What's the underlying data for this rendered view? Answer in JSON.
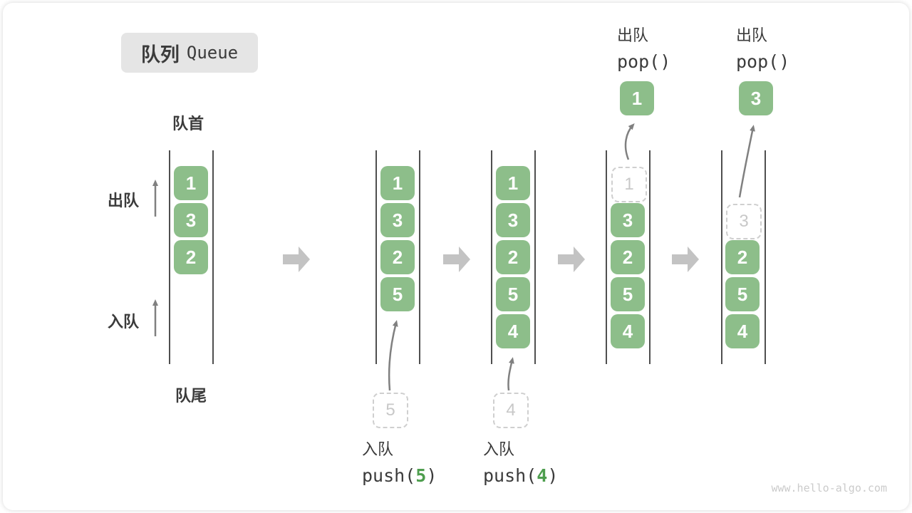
{
  "title": {
    "zh": "队列",
    "en": "Queue"
  },
  "labels": {
    "front": "队首",
    "rear": "队尾",
    "dequeue": "出队",
    "enqueue": "入队"
  },
  "operations": {
    "push5": {
      "label": "入队",
      "code_pre": "push(",
      "arg": "5",
      "code_post": ")"
    },
    "push4": {
      "label": "入队",
      "code_pre": "push(",
      "arg": "4",
      "code_post": ")"
    },
    "pop1": {
      "label": "出队",
      "code": "pop()"
    },
    "pop2": {
      "label": "出队",
      "code": "pop()"
    }
  },
  "states": [
    {
      "cells": [
        "1",
        "3",
        "2"
      ]
    },
    {
      "cells": [
        "1",
        "3",
        "2",
        "5"
      ],
      "ghost": "5"
    },
    {
      "cells": [
        "1",
        "3",
        "2",
        "5",
        "4"
      ],
      "ghost": "4"
    },
    {
      "cells": [
        "3",
        "2",
        "5",
        "4"
      ],
      "ghost": "1",
      "popped": "1"
    },
    {
      "cells": [
        "2",
        "5",
        "4"
      ],
      "ghost": "3",
      "popped": "3"
    }
  ],
  "colors": {
    "cell_green": "#8dbe8a",
    "accent_green": "#4e9e4e",
    "text_dark": "#3b3b3b",
    "wall_grey": "#4f4f4f",
    "ghost_grey": "#c8c8c8",
    "block_arrow_grey": "#c3c3c3",
    "thin_arrow_grey": "#808080",
    "title_bg": "#e5e5e5",
    "watermark_grey": "#cbcbcb"
  },
  "watermark": "www.hello-algo.com"
}
